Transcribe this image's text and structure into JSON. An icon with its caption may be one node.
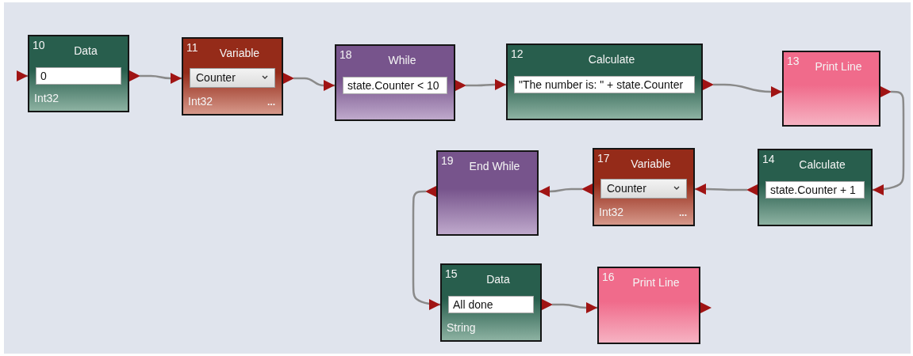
{
  "diagram": {
    "nodes": [
      {
        "text": [
          "10",
          "Data",
          "0",
          "Int32"
        ]
      },
      {
        "text": [
          "11",
          "Variable",
          "Counter",
          "Int32",
          "..."
        ]
      },
      {
        "text": [
          "18",
          "While",
          "state.Counter < 10"
        ]
      },
      {
        "text": [
          "12",
          "Calculate",
          "\"The number is: \" + state.Counter"
        ]
      },
      {
        "text": [
          "13",
          "Print Line"
        ]
      },
      {
        "text": [
          "19",
          "End While"
        ]
      },
      {
        "text": [
          "17",
          "Variable",
          "Counter",
          "Int32",
          "..."
        ]
      },
      {
        "text": [
          "14",
          "Calculate",
          "state.Counter + 1"
        ]
      },
      {
        "text": [
          "15",
          "Data",
          "All done",
          "String"
        ]
      },
      {
        "text": [
          "16",
          "Print Line"
        ]
      }
    ],
    "edges": [
      {
        "from": null,
        "to": 0,
        "arrow": "to"
      },
      {
        "from": 0,
        "to": 1,
        "arrow": "to"
      },
      {
        "from": 1,
        "to": 2,
        "arrow": "to"
      },
      {
        "from": 2,
        "to": 3,
        "arrow": "to"
      },
      {
        "from": 3,
        "to": 4,
        "arrow": "to"
      },
      {
        "from": 4,
        "to": 7,
        "arrow": "to"
      },
      {
        "from": 7,
        "to": 6,
        "arrow": "to"
      },
      {
        "from": 6,
        "to": 5,
        "arrow": "to"
      },
      {
        "from": 5,
        "to": 8,
        "arrow": "to"
      },
      {
        "from": 8,
        "to": 9,
        "arrow": "to"
      }
    ]
  }
}
